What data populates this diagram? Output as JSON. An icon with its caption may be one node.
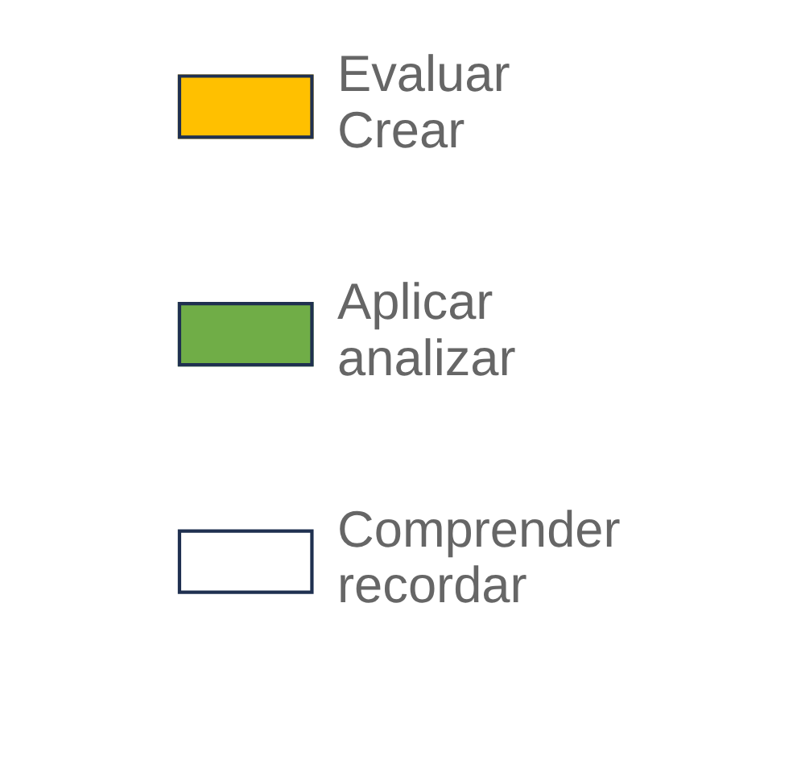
{
  "diagram": {
    "legend": [
      {
        "text": "Evaluar Crear",
        "color": "#ffc000"
      },
      {
        "text": "Aplicar analizar",
        "color": "#70ad47"
      },
      {
        "text": "Comprender recordar",
        "color": "#ffffff"
      }
    ]
  }
}
